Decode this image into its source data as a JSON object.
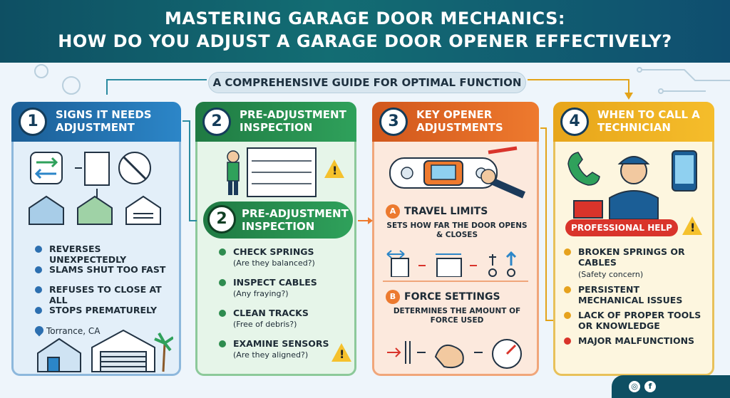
{
  "header": {
    "line1": "MASTERING GARAGE DOOR MECHANICS:",
    "line2": "HOW DO YOU ADJUST A GARAGE DOOR OPENER EFFECTIVELY?"
  },
  "subtitle": "A COMPREHENSIVE GUIDE FOR OPTIMAL FUNCTION",
  "panel1": {
    "number": "1",
    "title": "SIGNS IT NEEDS ADJUSTMENT",
    "items": [
      "REVERSES UNEXPECTEDLY",
      "SLAMS SHUT TOO FAST",
      "REFUSES TO CLOSE AT ALL",
      "STOPS PREMATURELY"
    ],
    "location": "Torrance, CA"
  },
  "panel2": {
    "number": "2",
    "title": "PRE-ADJUSTMENT INSPECTION",
    "sub_number": "2",
    "sub_title": "PRE-ADJUSTMENT INSPECTION",
    "items": [
      {
        "label": "CHECK SPRINGS",
        "note": "(Are they balanced?)"
      },
      {
        "label": "INSPECT CABLES",
        "note": "(Any fraying?)"
      },
      {
        "label": "CLEAN TRACKS",
        "note": "(Free of debris?)"
      },
      {
        "label": "EXAMINE SENSORS",
        "note": "(Are they aligned?)"
      }
    ]
  },
  "panel3": {
    "number": "3",
    "title": "KEY OPENER ADJUSTMENTS",
    "a_badge": "A",
    "a_title": "TRAVEL LIMITS",
    "a_desc": "SETS HOW FAR THE DOOR OPENS & CLOSES",
    "b_badge": "B",
    "b_title": "FORCE SETTINGS",
    "b_desc": "DETERMINES THE AMOUNT OF FORCE USED"
  },
  "panel4": {
    "number": "4",
    "title": "WHEN TO CALL A TECHNICIAN",
    "badge": "PROFESSIONAL HELP",
    "items": [
      {
        "label": "BROKEN SPRINGS OR CABLES",
        "note": "(Safety concern)"
      },
      {
        "label": "PERSISTENT MECHANICAL ISSUES",
        "note": ""
      },
      {
        "label": "LACK OF PROPER TOOLS OR KNOWLEDGE",
        "note": ""
      },
      {
        "label": "MAJOR MALFUNCTIONS",
        "note": ""
      }
    ]
  },
  "colors": {
    "panel1": "#2c86c8",
    "panel2": "#2fa15b",
    "panel3": "#ee7a2e",
    "panel4": "#f5bd2b"
  }
}
